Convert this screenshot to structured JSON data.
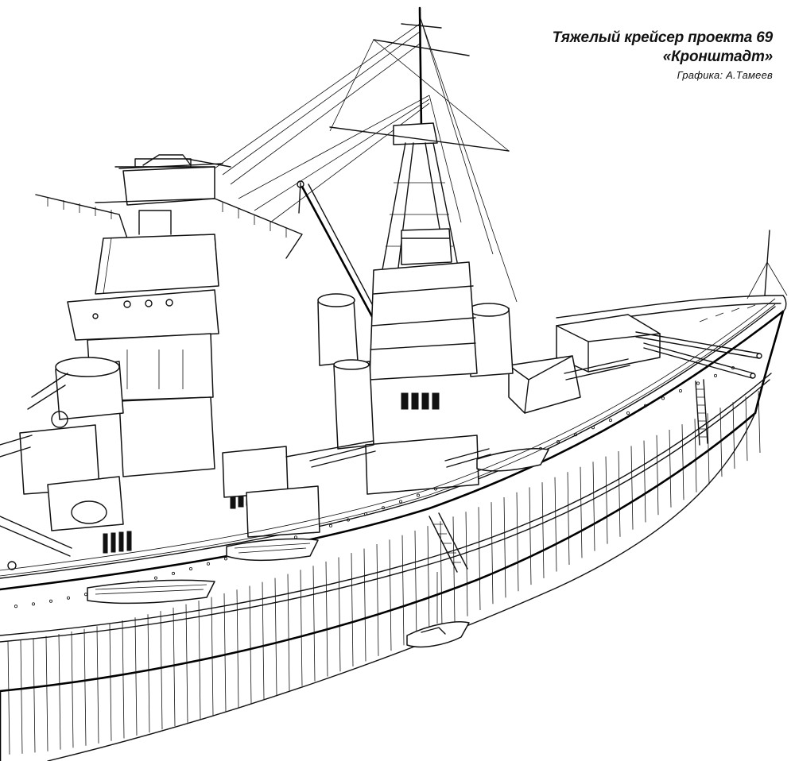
{
  "caption": {
    "title_line1": "Тяжелый крейсер проекта 69",
    "title_line2": "«Кронштадт»",
    "credit": "Графика: А.Тамеев"
  },
  "drawing": {
    "subject": "heavy-cruiser-line-drawing",
    "style": "black-ink-on-white"
  }
}
